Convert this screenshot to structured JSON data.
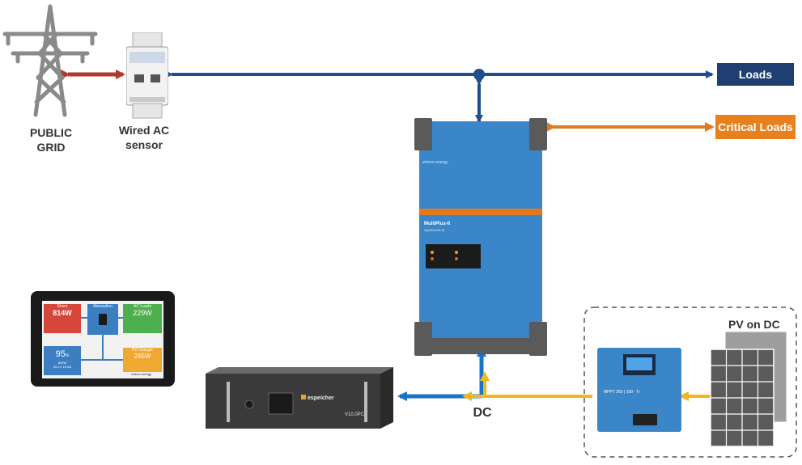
{
  "labels": {
    "grid": "PUBLIC GRID",
    "sensor": "Wired AC sensor",
    "loads": "Loads",
    "critical_loads": "Critical Loads",
    "pv_on_dc": "PV on DC",
    "dc": "DC"
  },
  "inverter": {
    "brand": "victron energy",
    "model": "MultiPlus-II",
    "sub": "48|3000|35-32"
  },
  "battery": {
    "brand": "espeicher",
    "model": "V10.0PC"
  },
  "mppt": {
    "model": "MPPT 250 | 100 - Tr"
  },
  "display": {
    "shore_title": "Shore",
    "shore_value": "814W",
    "state_title": "Absorption",
    "ac_loads_title": "AC Loads",
    "ac_loads_value": "229W",
    "battery_value": "95",
    "battery_unit": "%",
    "battery_power": "800W",
    "battery_volts": "55.1V",
    "battery_amps": "15.0A",
    "pv_title": "PV Charger",
    "pv_value": "245W",
    "brand": "victron energy"
  },
  "colors": {
    "ac_line": "#1f4e8c",
    "grid_link": "#b03a2e",
    "critical_line": "#e07b1f",
    "dc_line": "#1a73c9",
    "pv_line": "#f0b81e",
    "loads_box": "#1f3f73",
    "critical_box": "#e8801e",
    "inverter_body": "#3b86c8"
  }
}
